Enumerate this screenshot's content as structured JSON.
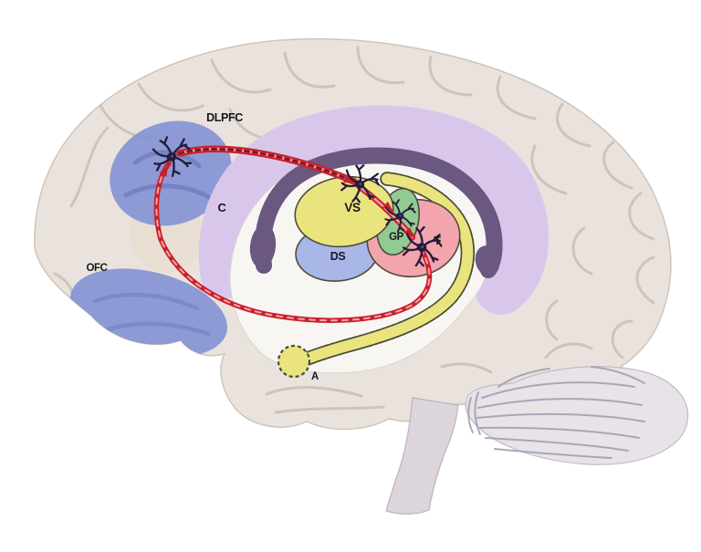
{
  "figure": {
    "kind": "brain-circuit-diagram",
    "view": "sagittal-left-lateral"
  },
  "labels": {
    "dlpfc": "DLPFC",
    "ofc": "OFC",
    "c": "C",
    "vs": "VS",
    "ds": "DS",
    "gp": "GP",
    "t": "T",
    "a": "A"
  },
  "colors": {
    "background": "#ffffff",
    "brain_base": "#eae3dd",
    "brain_edge": "#cfc4ba",
    "sulcus": "#c9bcb1",
    "interior_white": "#f8f6f3",
    "region_blue": "#8494d4",
    "ds_blue": "#a9b6e8",
    "vs_yellow": "#eae47e",
    "gp_green": "#92cb92",
    "t_pink": "#f3a5ad",
    "c_lavender": "#d9c7eb",
    "cc_purple": "#6b5880",
    "fornix_yellow": "#eae47e",
    "fornix_outline": "#4a4a33",
    "pathway_red": "#c9202b",
    "neuron_dark": "#241c3c",
    "cerebellum_fill": "#e7e3e9",
    "cerebellum_lines": "#a29aae",
    "brainstem_fill": "#dcd5db"
  },
  "neurons": [
    {
      "at": "dlpfc"
    },
    {
      "at": "vs"
    },
    {
      "at": "gp"
    },
    {
      "at": "t"
    }
  ],
  "connections": [
    {
      "from": "DLPFC",
      "to": "VS"
    },
    {
      "from": "VS",
      "to": "GP"
    },
    {
      "from": "GP",
      "to": "T"
    },
    {
      "from": "T",
      "to": "DLPFC"
    }
  ]
}
